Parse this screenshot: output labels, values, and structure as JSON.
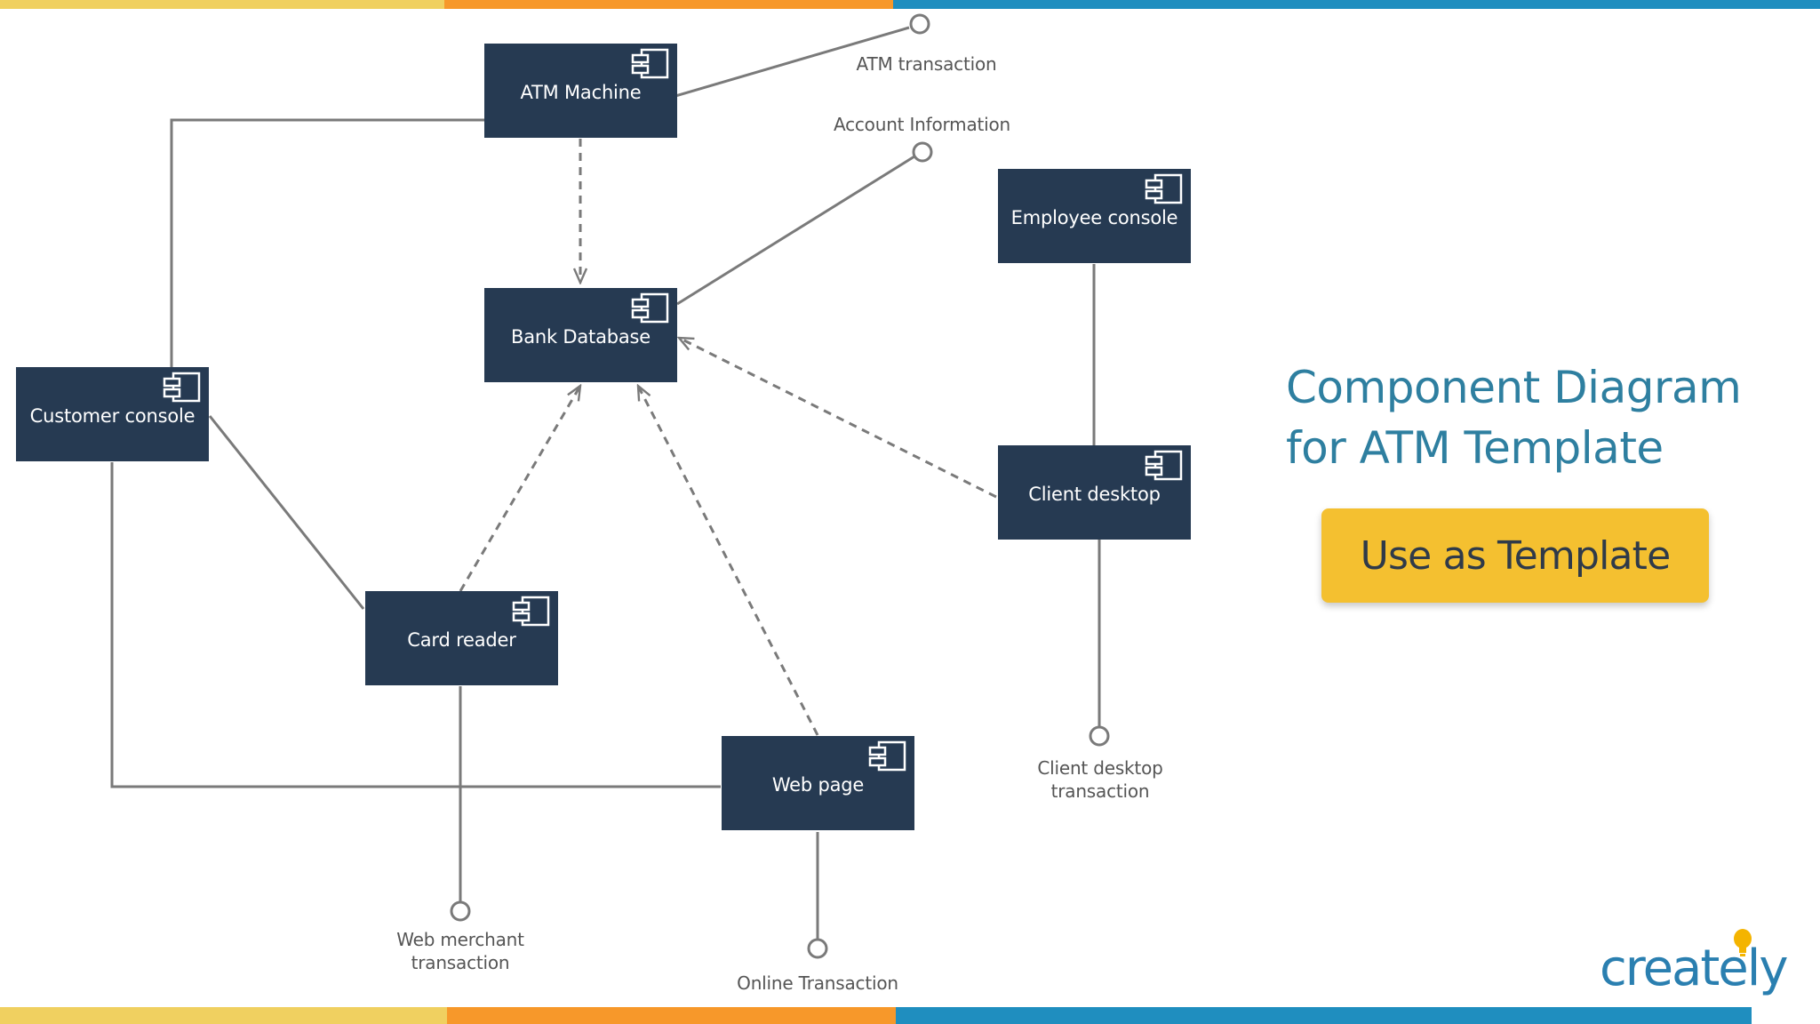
{
  "title": {
    "line1": "Component Diagram",
    "line2": "for ATM Template"
  },
  "cta": {
    "label": "Use as Template"
  },
  "logo": {
    "text": "creately"
  },
  "colors": {
    "component_bg": "#263a52",
    "connector": "#7a7a7a",
    "title": "#2e7fa0",
    "button": "#f4c030",
    "stripe_yellow": "#f0d060",
    "stripe_orange": "#f7982a",
    "stripe_blue": "#1f8ebf",
    "logo_blue": "#2a7fb0",
    "logo_bulb": "#f4b400"
  },
  "components": [
    {
      "id": "atm-machine",
      "label": "ATM Machine",
      "icon": "component-icon"
    },
    {
      "id": "bank-database",
      "label": "Bank Database",
      "icon": "component-icon"
    },
    {
      "id": "employee-console",
      "label": "Employee console",
      "icon": "component-icon"
    },
    {
      "id": "customer-console",
      "label": "Customer console",
      "icon": "component-icon"
    },
    {
      "id": "client-desktop",
      "label": "Client desktop",
      "icon": "component-icon"
    },
    {
      "id": "card-reader",
      "label": "Card reader",
      "icon": "component-icon"
    },
    {
      "id": "web-page",
      "label": "Web page",
      "icon": "component-icon"
    }
  ],
  "interfaces": [
    {
      "id": "atm-transaction",
      "lines": [
        "ATM transaction"
      ]
    },
    {
      "id": "account-information",
      "lines": [
        "Account Information"
      ]
    },
    {
      "id": "client-desktop-transaction",
      "lines": [
        "Client desktop",
        "transaction"
      ]
    },
    {
      "id": "web-merchant-transaction",
      "lines": [
        "Web merchant",
        "transaction"
      ]
    },
    {
      "id": "online-transaction",
      "lines": [
        "Online Transaction"
      ]
    }
  ],
  "connections": [
    {
      "from": "atm-machine",
      "to": "atm-transaction",
      "style": "solid"
    },
    {
      "from": "bank-database",
      "to": "account-information",
      "style": "solid"
    },
    {
      "from": "atm-machine",
      "to": "customer-console",
      "style": "solid"
    },
    {
      "from": "atm-machine",
      "to": "bank-database",
      "style": "dashed-arrow"
    },
    {
      "from": "card-reader",
      "to": "bank-database",
      "style": "dashed-arrow"
    },
    {
      "from": "web-page",
      "to": "bank-database",
      "style": "dashed-arrow"
    },
    {
      "from": "client-desktop",
      "to": "bank-database",
      "style": "dashed-arrow"
    },
    {
      "from": "employee-console",
      "to": "client-desktop",
      "style": "solid"
    },
    {
      "from": "client-desktop",
      "to": "client-desktop-transaction",
      "style": "solid"
    },
    {
      "from": "customer-console",
      "to": "card-reader",
      "style": "solid"
    },
    {
      "from": "customer-console",
      "to": "web-page",
      "style": "solid"
    },
    {
      "from": "card-reader",
      "to": "web-merchant-transaction",
      "style": "solid"
    },
    {
      "from": "web-page",
      "to": "online-transaction",
      "style": "solid"
    }
  ]
}
